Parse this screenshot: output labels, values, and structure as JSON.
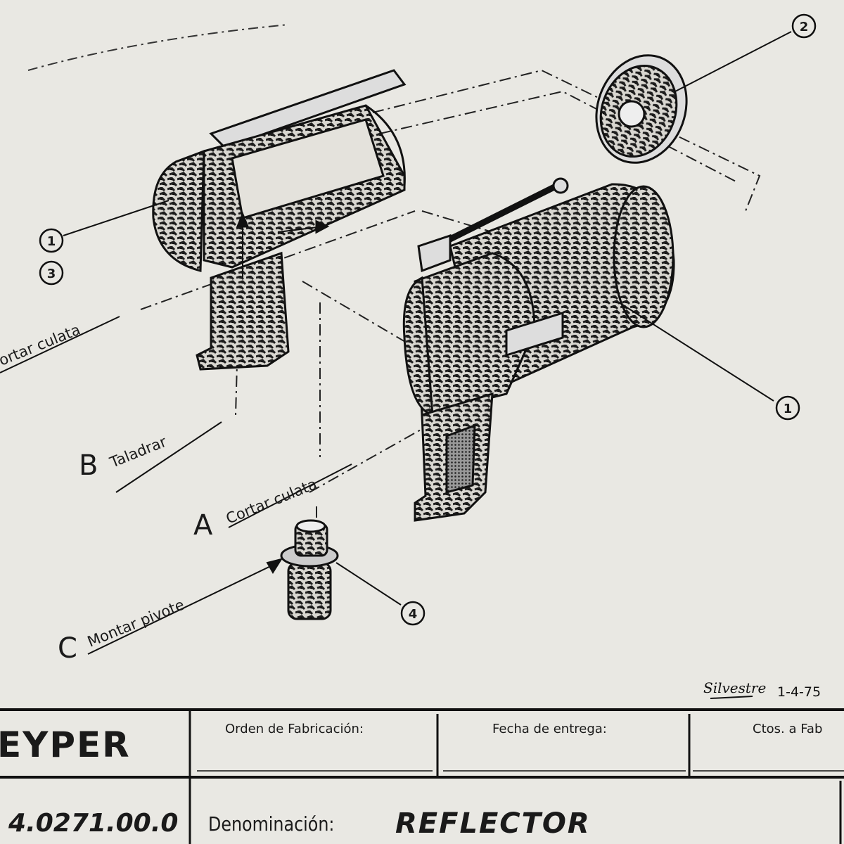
{
  "callouts": [
    "1",
    "3",
    "2",
    "1",
    "4"
  ],
  "operations": {
    "cut_left": "ortar culata",
    "b_letter": "B",
    "b_label": "Taladrar",
    "a_letter": "A",
    "a_label": "Cortar culata",
    "c_letter": "C",
    "c_label": "Montar pivote"
  },
  "signature": {
    "name": "Silvestre",
    "date": "1-4-75"
  },
  "title_block": {
    "company": "EYPER",
    "order_label": "Orden de Fabricación:",
    "delivery_label": "Fecha de entrega:",
    "ctos_label": "Ctos. a Fab",
    "part_number": "4.0271.00.0",
    "denomination_label": "Denominación:",
    "denomination_value": "REFLECTOR"
  }
}
